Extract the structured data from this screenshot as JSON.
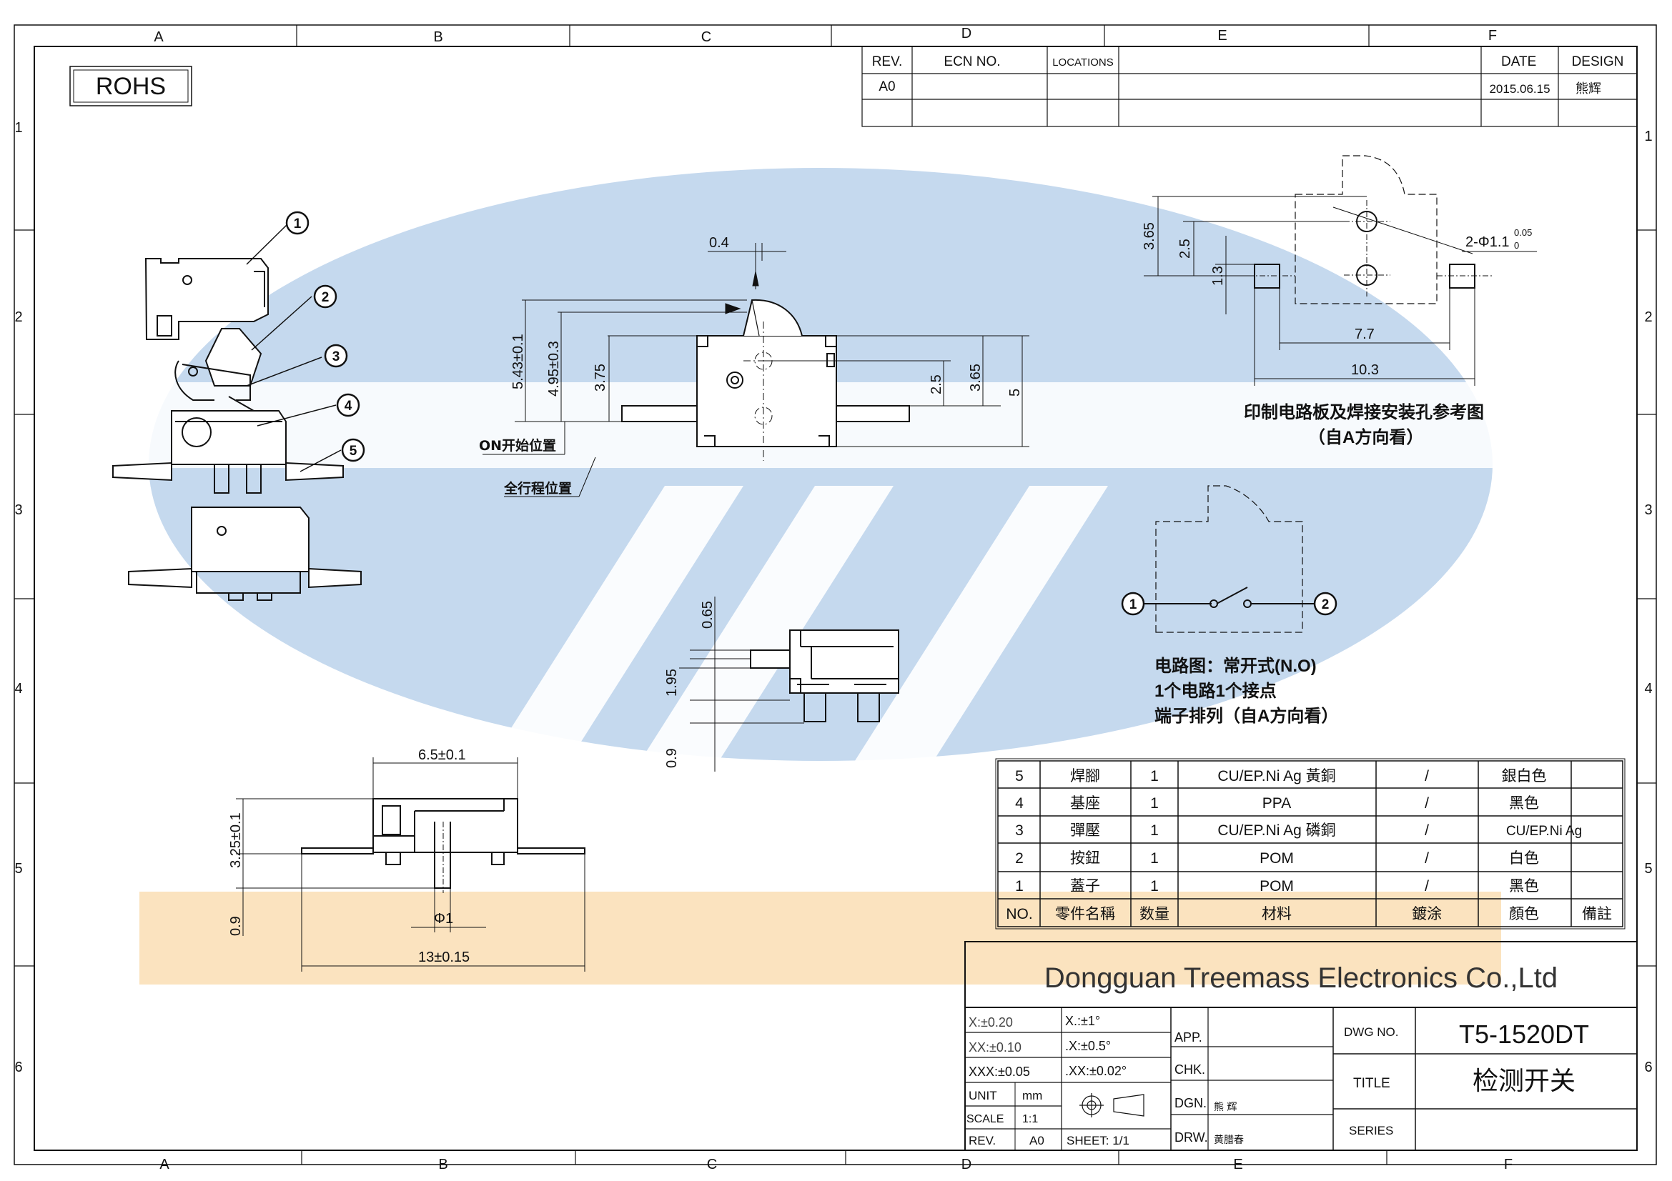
{
  "zones": {
    "top": [
      "A",
      "B",
      "C",
      "D",
      "E",
      "F"
    ],
    "bottom": [
      "A",
      "B",
      "C",
      "D",
      "E",
      "F"
    ],
    "left": [
      "1",
      "2",
      "3",
      "4",
      "5",
      "6"
    ],
    "right": [
      "1",
      "2",
      "3",
      "4",
      "5",
      "6"
    ]
  },
  "rohs_label": "ROHS",
  "revision_block": {
    "headers": [
      "REV.",
      "ECN NO.",
      "LOCATIONS",
      "",
      "DATE",
      "DESIGN"
    ],
    "rows": [
      [
        "A0",
        "",
        "",
        "",
        "2015.06.15",
        "熊辉"
      ],
      [
        "",
        "",
        "",
        "",
        "",
        ""
      ]
    ]
  },
  "callouts": [
    "1",
    "2",
    "3",
    "4",
    "5"
  ],
  "side_view": {
    "dims": {
      "top": "0.4",
      "left_outer": "5.43±0.1",
      "left_mid": "4.95±0.3",
      "left_inner": "3.75",
      "right_a": "2.5",
      "right_b": "3.65",
      "right_c": "5"
    },
    "on_position": "ON开始位置",
    "full_travel": "全行程位置"
  },
  "pcb_view": {
    "dims": {
      "h1": "3.65",
      "h2": "2.5",
      "h3": "1.3",
      "holes": "2-Φ1.1",
      "holes_tol_upper": "0.05",
      "holes_tol_lower": "0",
      "w1": "7.7",
      "w2": "10.3"
    },
    "caption_line1": "印制电路板及焊接安装孔参考图",
    "caption_line2": "（自A方向看）"
  },
  "circuit": {
    "terminal_1": "1",
    "terminal_2": "2",
    "line1": "电路图：常开式(N.O)",
    "line2": "1个电路1个接点",
    "line3": "端子排列（自A方向看）"
  },
  "end_view": {
    "dims": {
      "d1": "0.65",
      "d2": "1.95",
      "d3": "0.9"
    }
  },
  "front_view": {
    "dims": {
      "width": "6.5±0.1",
      "height": "3.25±0.1",
      "pin": "0.9",
      "diameter": "Φ1",
      "length": "13±0.15"
    }
  },
  "bom": {
    "rows": [
      [
        "5",
        "焊腳",
        "1",
        "CU/EP.Ni Ag  黃銅",
        "/",
        "銀白色",
        ""
      ],
      [
        "4",
        "基座",
        "1",
        "PPA",
        "/",
        "黑色",
        ""
      ],
      [
        "3",
        "彈壓",
        "1",
        "CU/EP.Ni Ag  磷銅",
        "/",
        "CU/EP.Ni Ag",
        ""
      ],
      [
        "2",
        "按鈕",
        "1",
        "POM",
        "/",
        "白色",
        ""
      ],
      [
        "1",
        "蓋子",
        "1",
        "POM",
        "/",
        "黑色",
        ""
      ]
    ],
    "headers": [
      "NO.",
      "零件名稱",
      "数量",
      "材料",
      "鍍涂",
      "顏色",
      "備註"
    ]
  },
  "title_block": {
    "company": "Dongguan Treemass Electronics Co.,Ltd",
    "tolerances": {
      "x": "X:±0.20",
      "xx": "XX:±0.10",
      "xxx": "XXX:±0.05",
      "ang_x": "X.:±1°",
      "ang_xx": ".X:±0.5°",
      "ang_xxx": ".XX:±0.02°"
    },
    "unit_label": "UNIT",
    "unit_value": "mm",
    "scale_label": "SCALE",
    "scale_value": "1:1",
    "rev_label": "REV.",
    "rev_value": "A0",
    "sheet": "SHEET:  1/1",
    "app_label": "APP.",
    "chk_label": "CHK.",
    "dgn_label": "DGN.",
    "dgn_value": "熊 辉",
    "drw_label": "DRW.",
    "drw_value": "黄腊春",
    "dwg_no_label": "DWG NO.",
    "dwg_no": "T5-1520DT",
    "title_label": "TITLE",
    "title": "检测开关",
    "series_label": "SERIES"
  },
  "colors": {
    "watermark_blue": "#c5d9ee",
    "watermark_orange": "#fbe3bf",
    "line": "#111111"
  }
}
